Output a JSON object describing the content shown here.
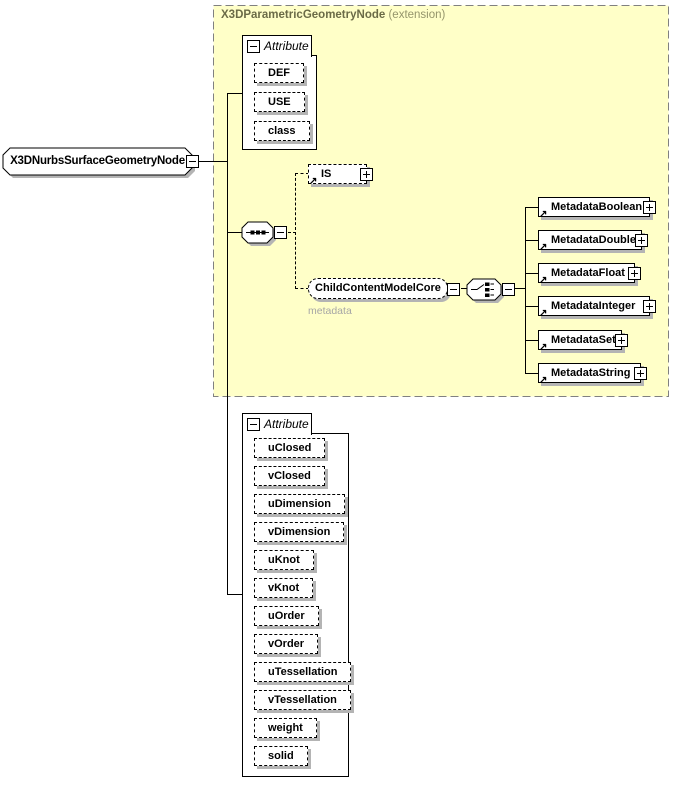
{
  "root": {
    "label": "X3DNurbsSurfaceGeometryNode"
  },
  "extension": {
    "title": "X3DParametricGeometryNode",
    "suffix": "(extension)"
  },
  "top_attribute_group": {
    "label": "Attribute",
    "items": [
      "DEF",
      "USE",
      "class"
    ]
  },
  "is_element": {
    "label": "IS"
  },
  "child_content": {
    "label": "ChildContentModelCore",
    "annotation": "metadata"
  },
  "metadata_elements": [
    "MetadataBoolean",
    "MetadataDouble",
    "MetadataFloat",
    "MetadataInteger",
    "MetadataSet",
    "MetadataString"
  ],
  "bottom_attribute_group": {
    "label": "Attribute",
    "items": [
      "uClosed",
      "vClosed",
      "uDimension",
      "vDimension",
      "uKnot",
      "vKnot",
      "uOrder",
      "vOrder",
      "uTessellation",
      "vTessellation",
      "weight",
      "solid"
    ]
  },
  "icons": {
    "ref_arrow": "↗"
  },
  "colors": {
    "extension_bg": "#FFFFC8",
    "extension_border": "#808080",
    "extension_title": "#6B6B47",
    "extension_suffix": "#95956B",
    "annotation_text": "#A6A6A6",
    "shadow": "#B4B4B4"
  }
}
